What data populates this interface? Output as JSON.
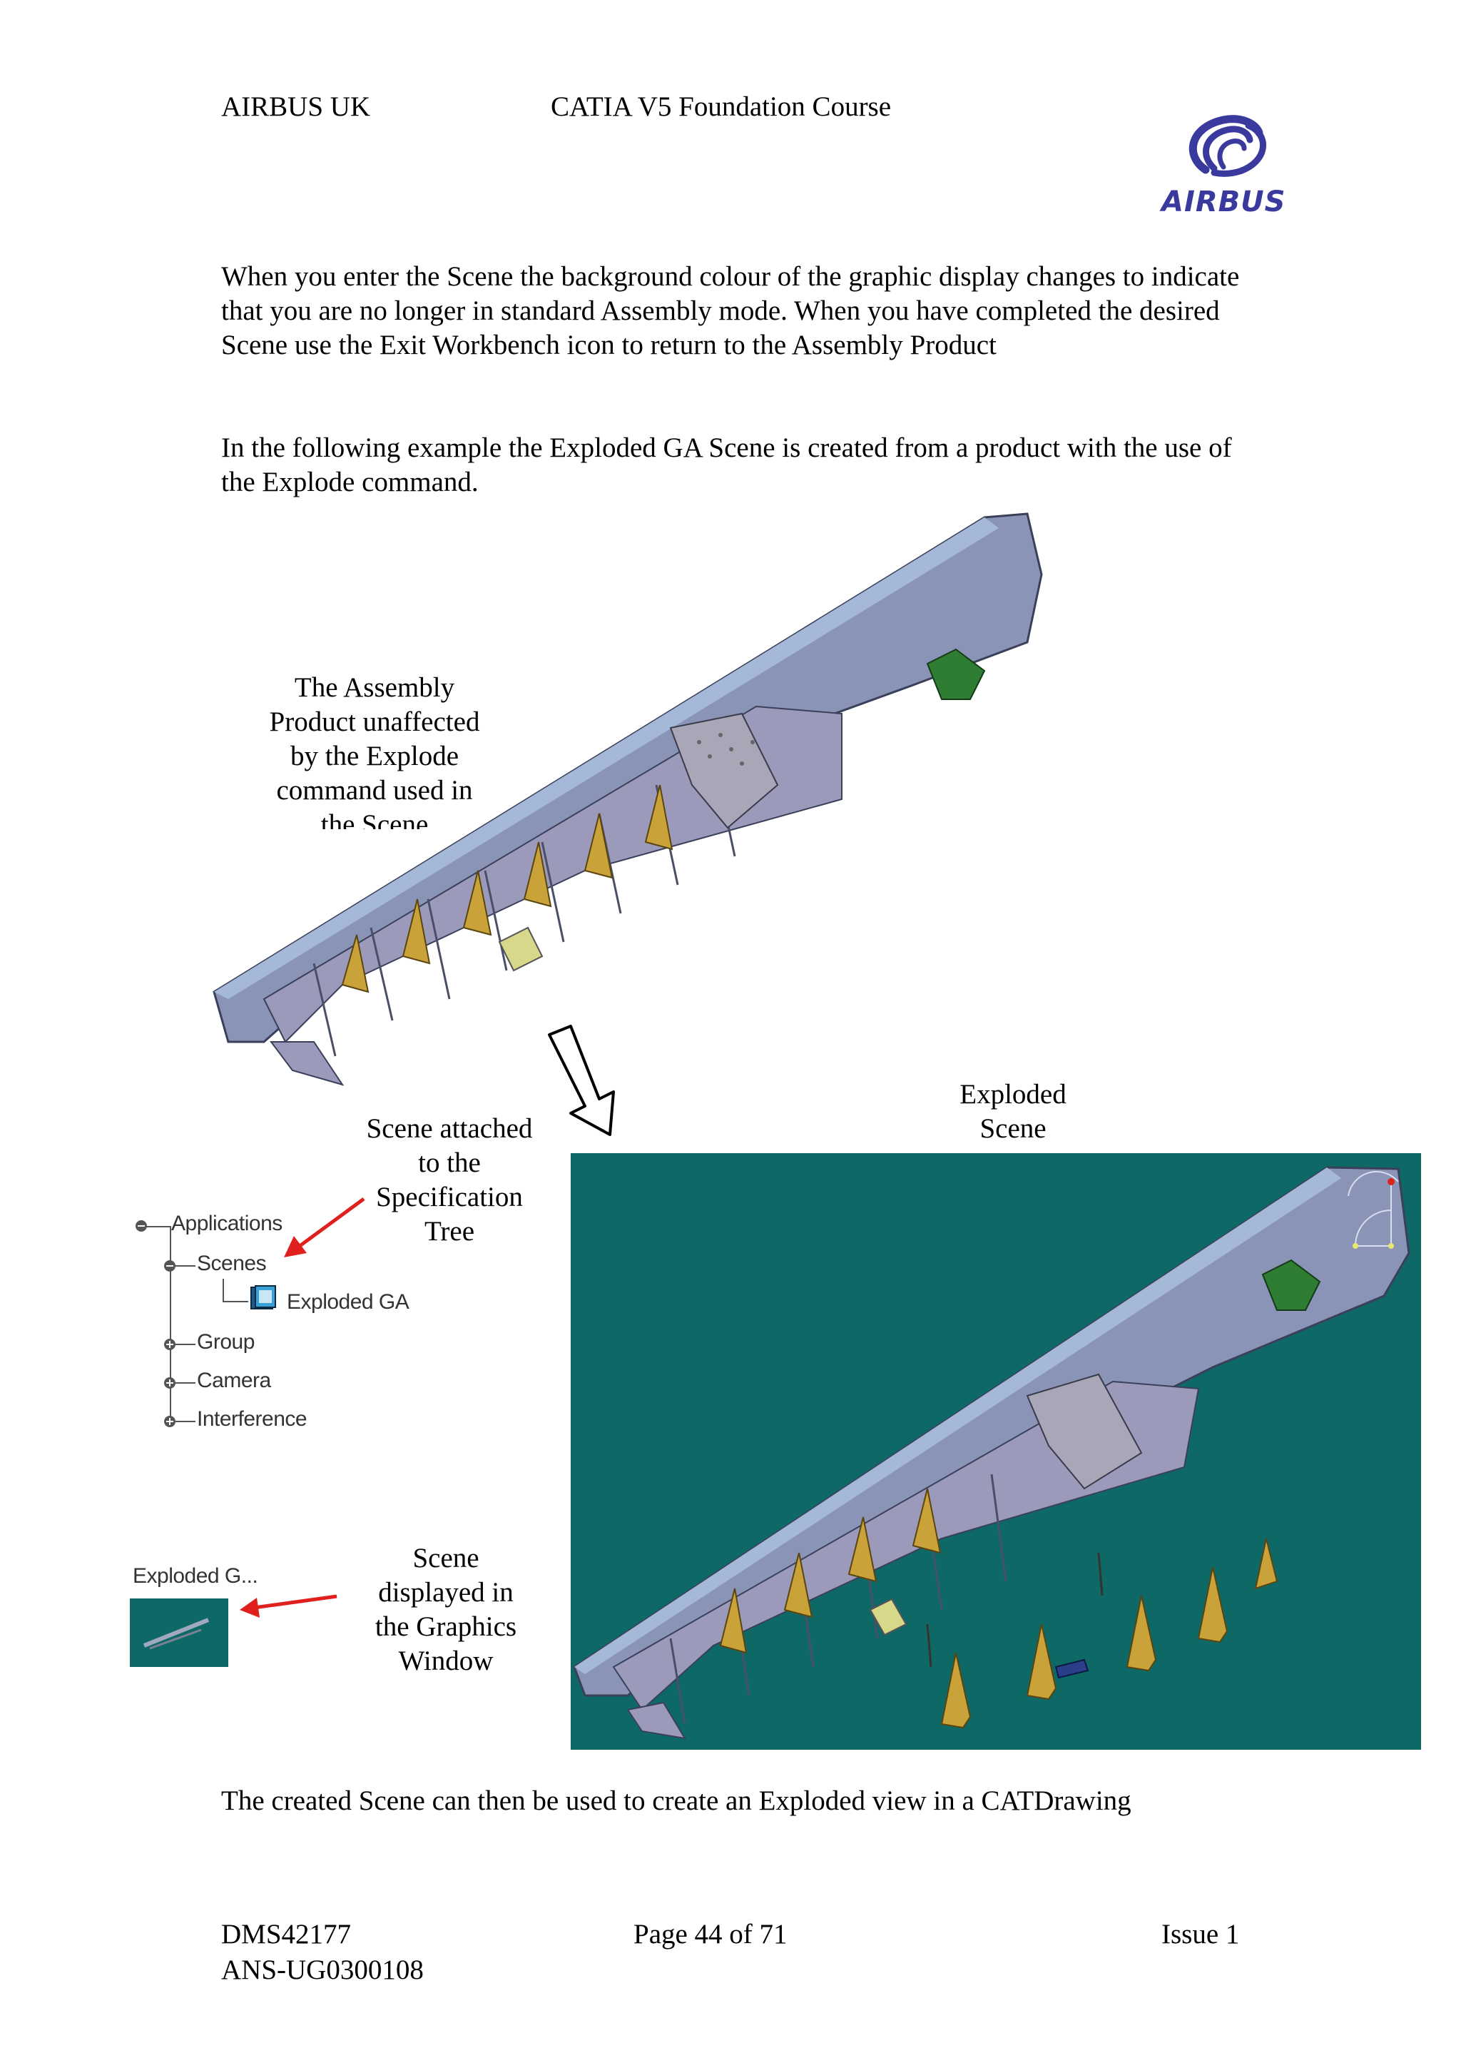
{
  "header": {
    "company": "AIRBUS UK",
    "course": "CATIA V5 Foundation Course",
    "logo_text": "AIRBUS",
    "logo_color": "#3a3a9e"
  },
  "paragraphs": [
    "When you enter the Scene the background colour of the graphic display changes to indicate that you are no longer in standard Assembly mode. When you have completed the desired Scene use the Exit Workbench icon to return to the Assembly Product",
    "In the following example the Exploded GA Scene is created from a product with the use of the Explode command."
  ],
  "captions": {
    "assembly": [
      "The Assembly",
      "Product unaffected",
      "by the Explode",
      "command used in",
      "the Scene"
    ],
    "exploded": [
      "Exploded",
      "Scene"
    ],
    "spec_tree": [
      "Scene attached",
      "to the",
      "Specification",
      "Tree"
    ],
    "graphics": [
      "Scene",
      "displayed in",
      "the Graphics",
      "Window"
    ]
  },
  "spec_tree": {
    "root": "Applications",
    "scenes": "Scenes",
    "scene_item": "Exploded GA",
    "group": "Group",
    "camera": "Camera",
    "interference": "Interference"
  },
  "thumbnail_label": "Exploded G...",
  "scene_background": "#0e6866",
  "arrow_color": "#e0201c",
  "closing": "The created Scene can then be used to create an Exploded view in a CATDrawing",
  "footer": {
    "doc_id": "DMS42177",
    "ref": "ANS-UG0300108",
    "page": "Page 44 of 71",
    "issue": "Issue 1"
  }
}
